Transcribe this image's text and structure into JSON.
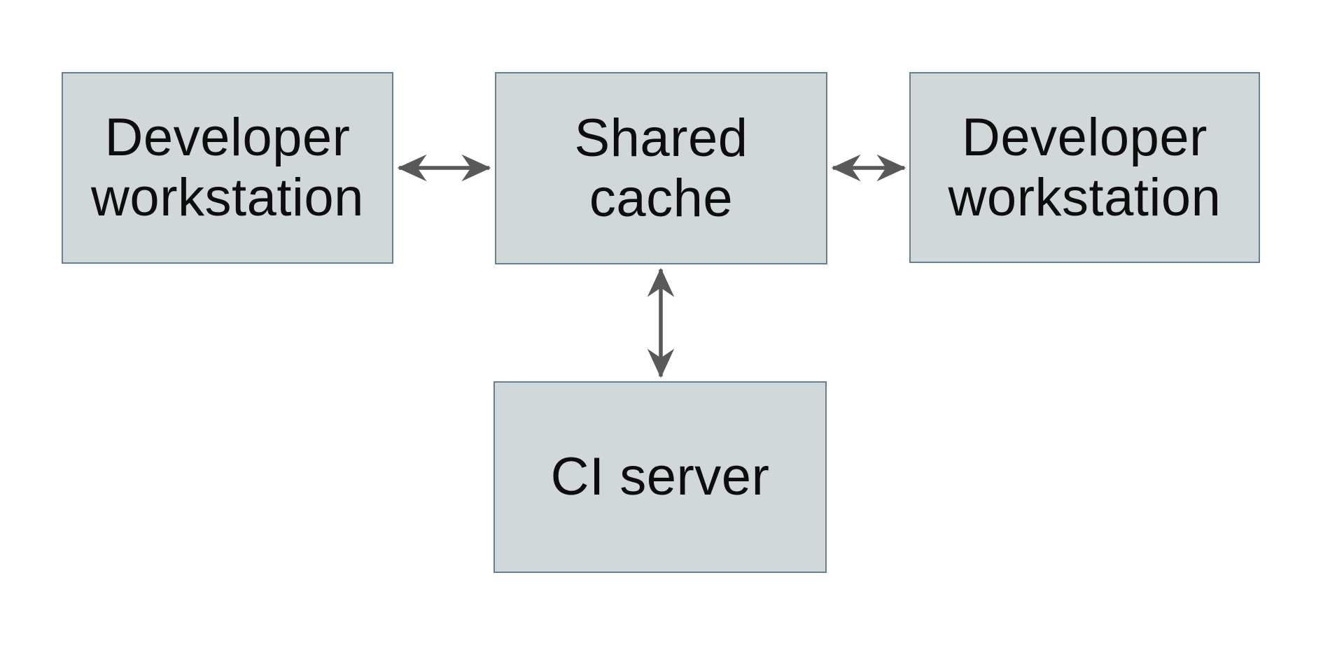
{
  "diagram": {
    "type": "architecture-diagram",
    "nodes": {
      "dev_left": {
        "label": "Developer workstation",
        "line1": "Developer",
        "line2": "workstation"
      },
      "shared_cache": {
        "label": "Shared cache",
        "line1": "Shared",
        "line2": "cache"
      },
      "dev_right": {
        "label": "Developer workstation",
        "line1": "Developer",
        "line2": "workstation"
      },
      "ci_server": {
        "label": "CI server",
        "line1": "CI server"
      }
    },
    "edges": [
      {
        "from": "Developer workstation (left)",
        "to": "Shared cache",
        "direction": "bidirectional"
      },
      {
        "from": "Shared cache",
        "to": "Developer workstation (right)",
        "direction": "bidirectional"
      },
      {
        "from": "Shared cache",
        "to": "CI server",
        "direction": "bidirectional"
      }
    ],
    "colors": {
      "node_fill": "#d1d8da",
      "node_border": "#65818e",
      "arrow": "#58595b",
      "text": "#0d0d0d",
      "background": "#ffffff"
    }
  }
}
